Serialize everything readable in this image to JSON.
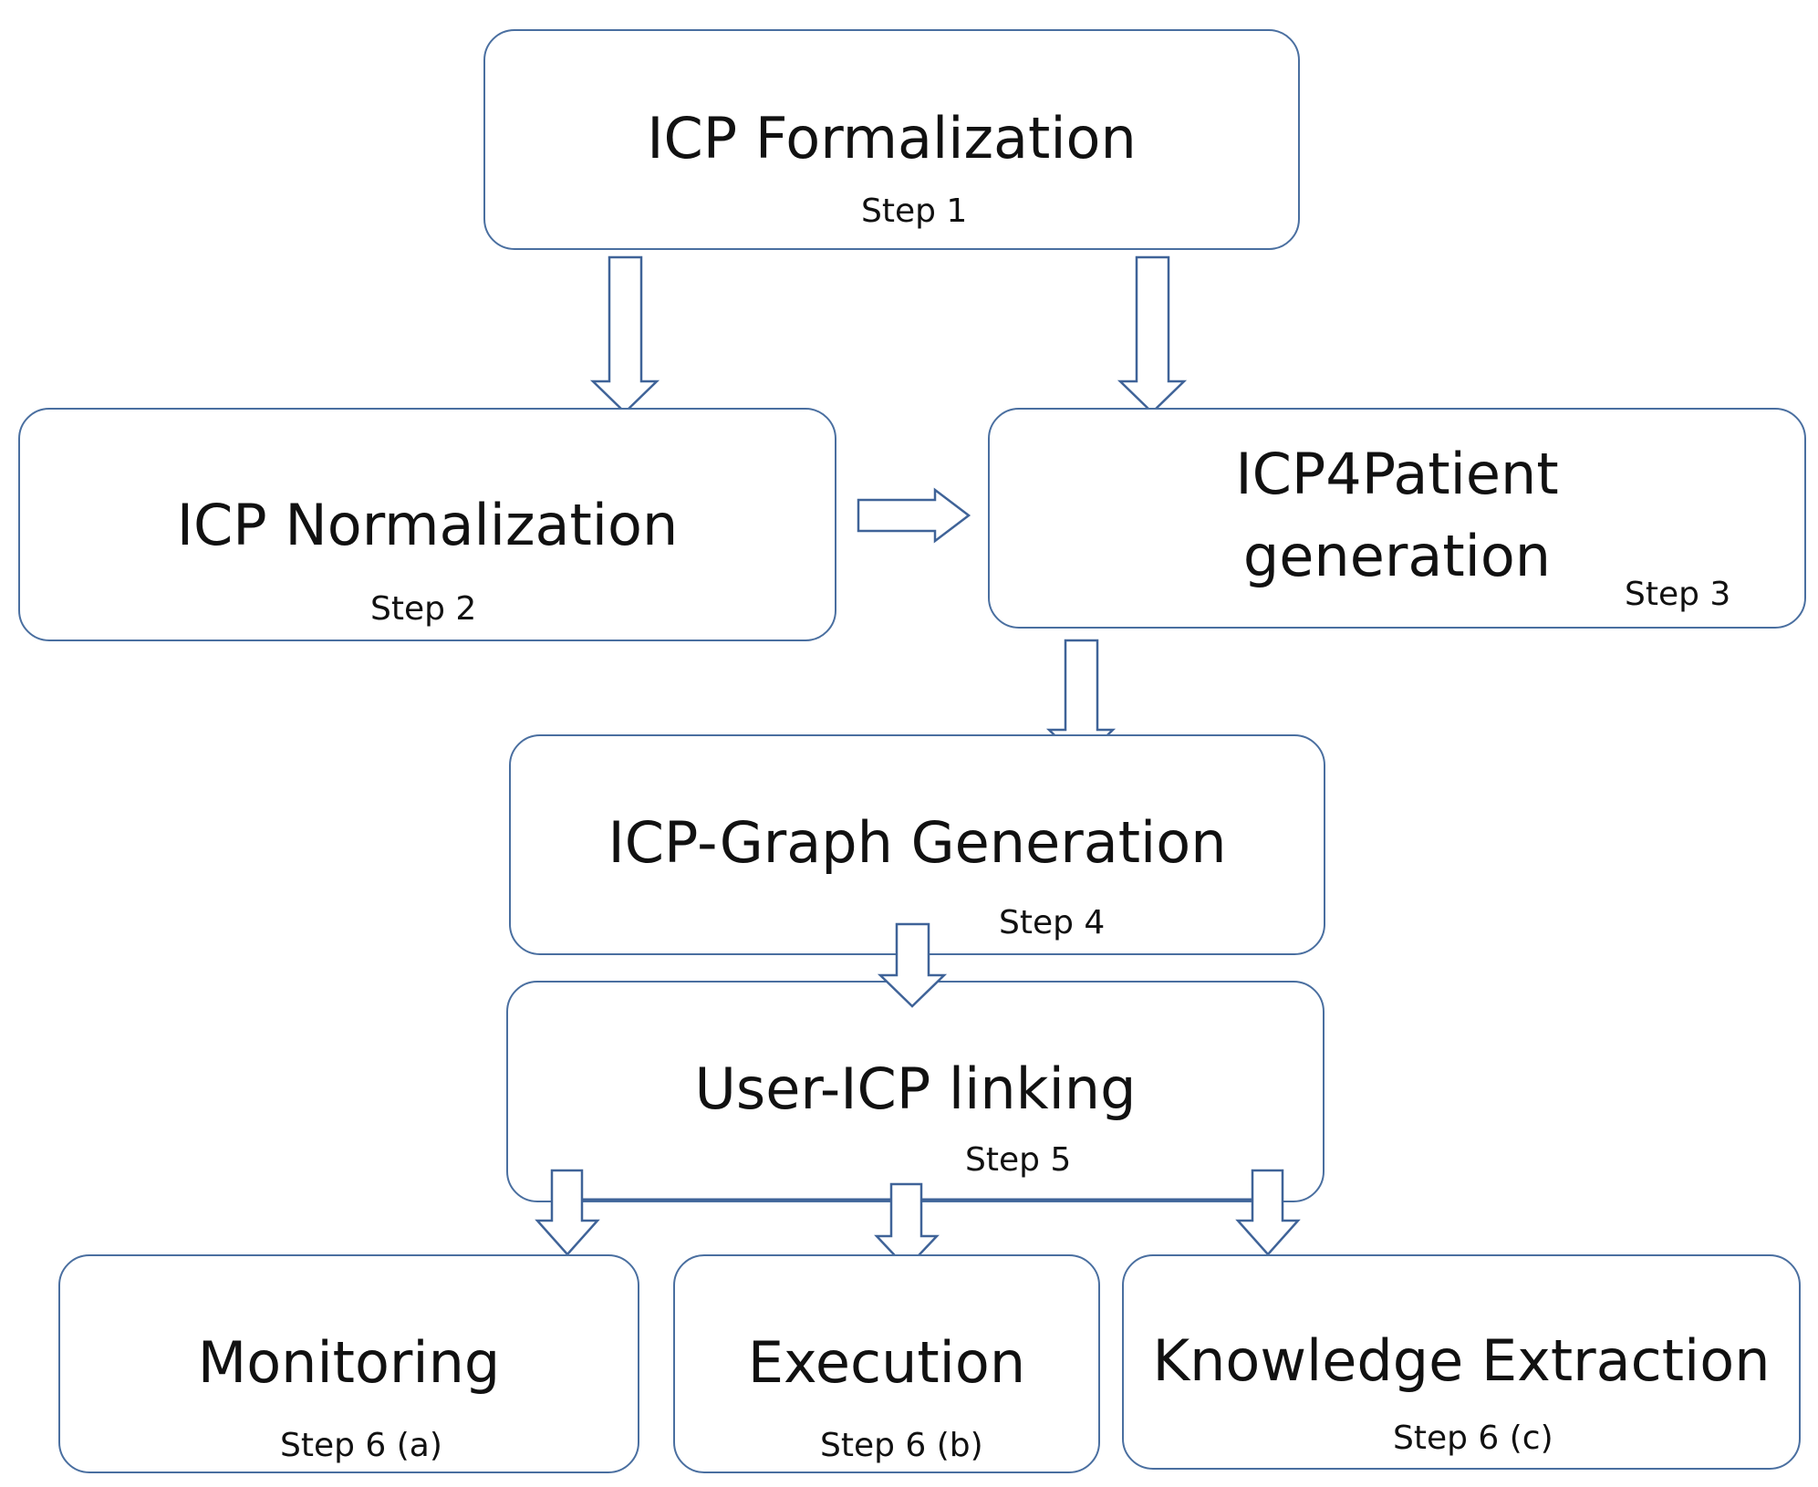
{
  "nodes": {
    "formalization": {
      "title": "ICP Formalization",
      "step": "Step 1"
    },
    "normalization": {
      "title": "ICP Normalization",
      "step": "Step 2"
    },
    "patient": {
      "title_line1": "ICP4Patient",
      "title_line2": "generation",
      "step": "Step 3"
    },
    "graph": {
      "title": "ICP-Graph Generation",
      "step": "Step 4"
    },
    "linking": {
      "title": "User-ICP linking",
      "step": "Step 5"
    },
    "monitoring": {
      "title": "Monitoring",
      "step": "Step 6 (a)"
    },
    "execution": {
      "title": "Execution",
      "step": "Step 6 (b)"
    },
    "knowledge": {
      "title": "Knowledge Extraction",
      "step": "Step 6 (c)"
    }
  },
  "colors": {
    "border": "#4a6fa0",
    "arrow": "#3f6398"
  }
}
